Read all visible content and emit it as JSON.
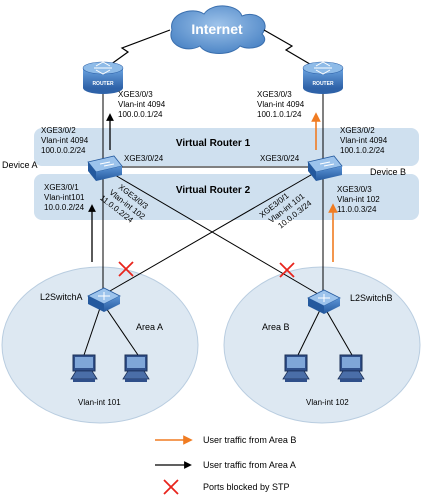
{
  "cloud": {
    "label": "Internet"
  },
  "routers": {
    "left_caption": "ROUTER",
    "right_caption": "ROUTER"
  },
  "vr": {
    "vr1_title": "Virtual Router 1",
    "vr2_title": "Virtual Router 2"
  },
  "devices": {
    "device_a": "Device A",
    "device_b": "Device B",
    "switch_a": "L2SwitchA",
    "switch_b": "L2SwitchB"
  },
  "device_a_ports": {
    "up_port": "XGE3/0/3",
    "up_vlan": "Vlan-int 4094",
    "up_ip": "100.0.0.1/24",
    "vr1_port": "XGE3/0/2",
    "vr1_vlan": "Vlan-int 4094",
    "vr1_ip": "100.0.0.2/24",
    "link_port": "XGE3/0/24",
    "vr2_port": "XGE3/0/1",
    "vr2_vlan": "Vlan-int101",
    "vr2_ip": "10.0.0.2/24",
    "diag_port": "XGE3/0/3",
    "diag_vlan": "Vlan-int 102",
    "diag_ip": "11.0.0.2/24"
  },
  "device_b_ports": {
    "up_port": "XGE3/0/3",
    "up_vlan": "Vlan-int 4094",
    "up_ip": "100.1.0.1/24",
    "vr1_port": "XGE3/0/2",
    "vr1_vlan": "Vlan-int 4094",
    "vr1_ip": "100.1.0.2/24",
    "link_port": "XGE3/0/24",
    "vr2_port": "XGE3/0/3",
    "vr2_vlan": "Vlan-int 102",
    "vr2_ip": "11.0.0.3/24",
    "diag_port": "XGE3/0/1",
    "diag_vlan": "Vlan-int 101",
    "diag_ip": "10.0.0.3/24"
  },
  "areas": {
    "area_a": "Area A",
    "area_b": "Area B",
    "vlan_a": "Vlan-int 101",
    "vlan_b": "Vlan-int 102"
  },
  "legend": {
    "orange_label": "User traffic from Area B",
    "black_label": "User traffic from Area A",
    "cross_label": "Ports blocked by STP"
  },
  "colors": {
    "band": "#cfe0ef",
    "area": "#dde8f2",
    "router_blue": "#3f7fc8",
    "orange": "#f07c22",
    "cross": "#e8241c"
  }
}
